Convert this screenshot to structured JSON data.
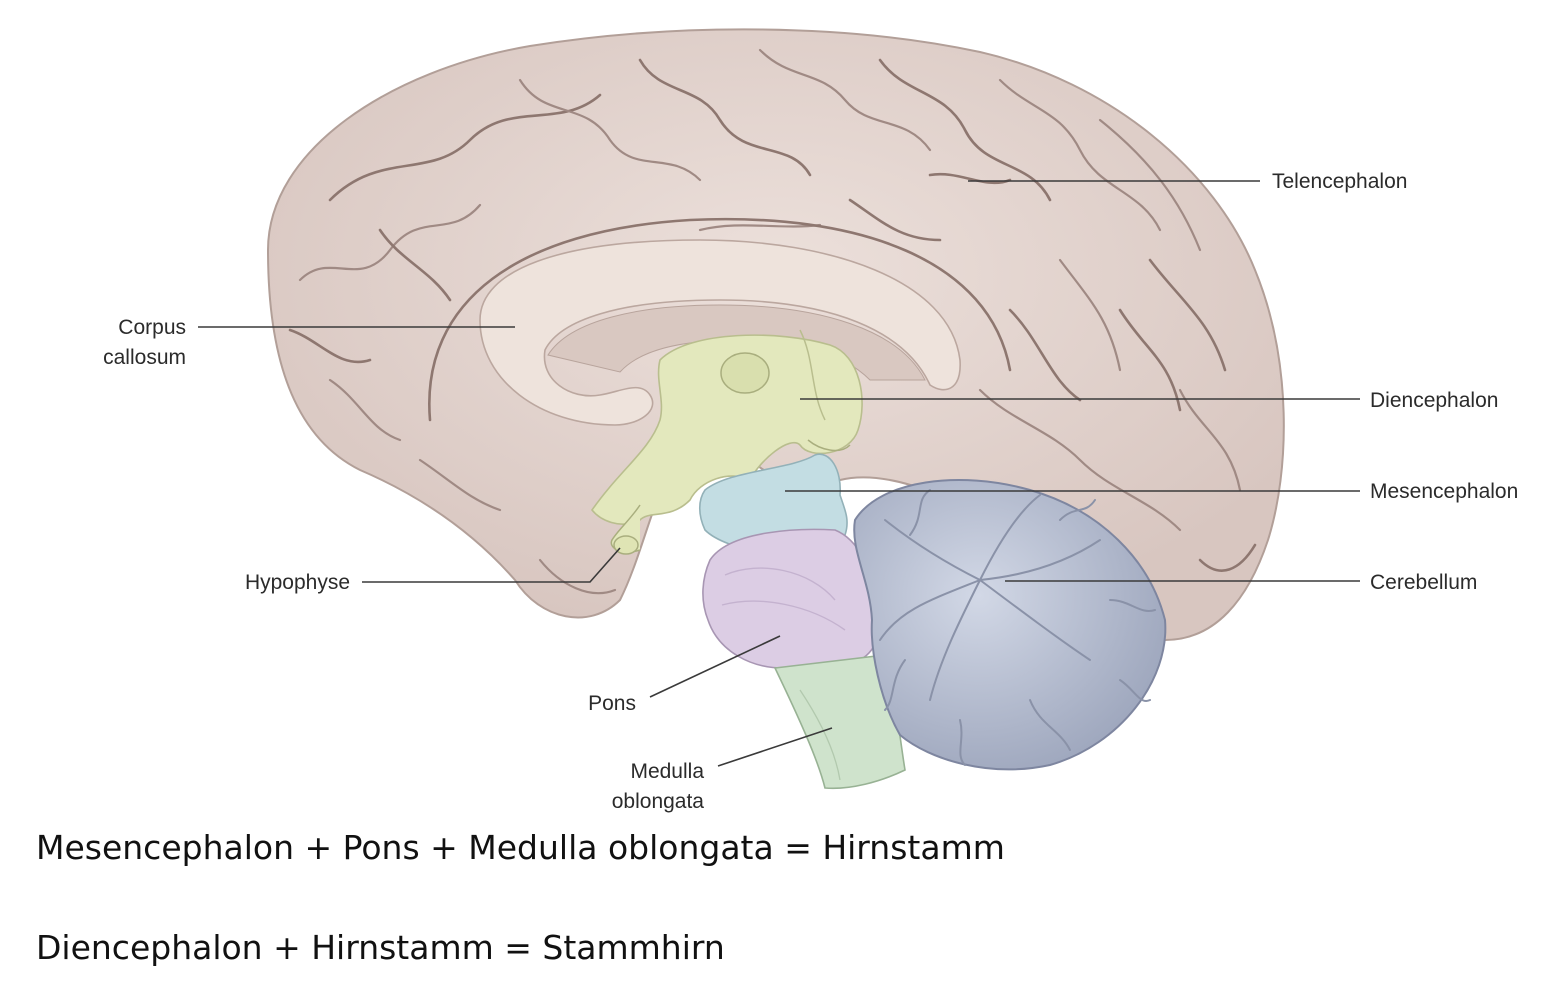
{
  "labels": {
    "telencephalon": "Telencephalon",
    "corpus_callosum_1": "Corpus",
    "corpus_callosum_2": "callosum",
    "diencephalon": "Diencephalon",
    "mesencephalon": "Mesencephalon",
    "cerebellum": "Cerebellum",
    "hypophyse": "Hypophyse",
    "pons": "Pons",
    "medulla_1": "Medulla",
    "medulla_2": "oblongata"
  },
  "equations": {
    "line1": "Mesencephalon + Pons + Medulla oblongata = Hirnstamm",
    "line2": "Diencephalon + Hirnstamm = Stammhirn"
  },
  "colors": {
    "cortex": "#e4d5d0",
    "sulcus": "#9c857e",
    "corpus_callosum": "#eee3dc",
    "diencephalon": "#e3e8bd",
    "mesencephalon": "#c3dde3",
    "pons": "#dccde4",
    "medulla": "#cfe3cc",
    "cerebellum": "#bfc6d8"
  },
  "icons": {
    "figure": "brain-midsagittal-section-illustration"
  }
}
